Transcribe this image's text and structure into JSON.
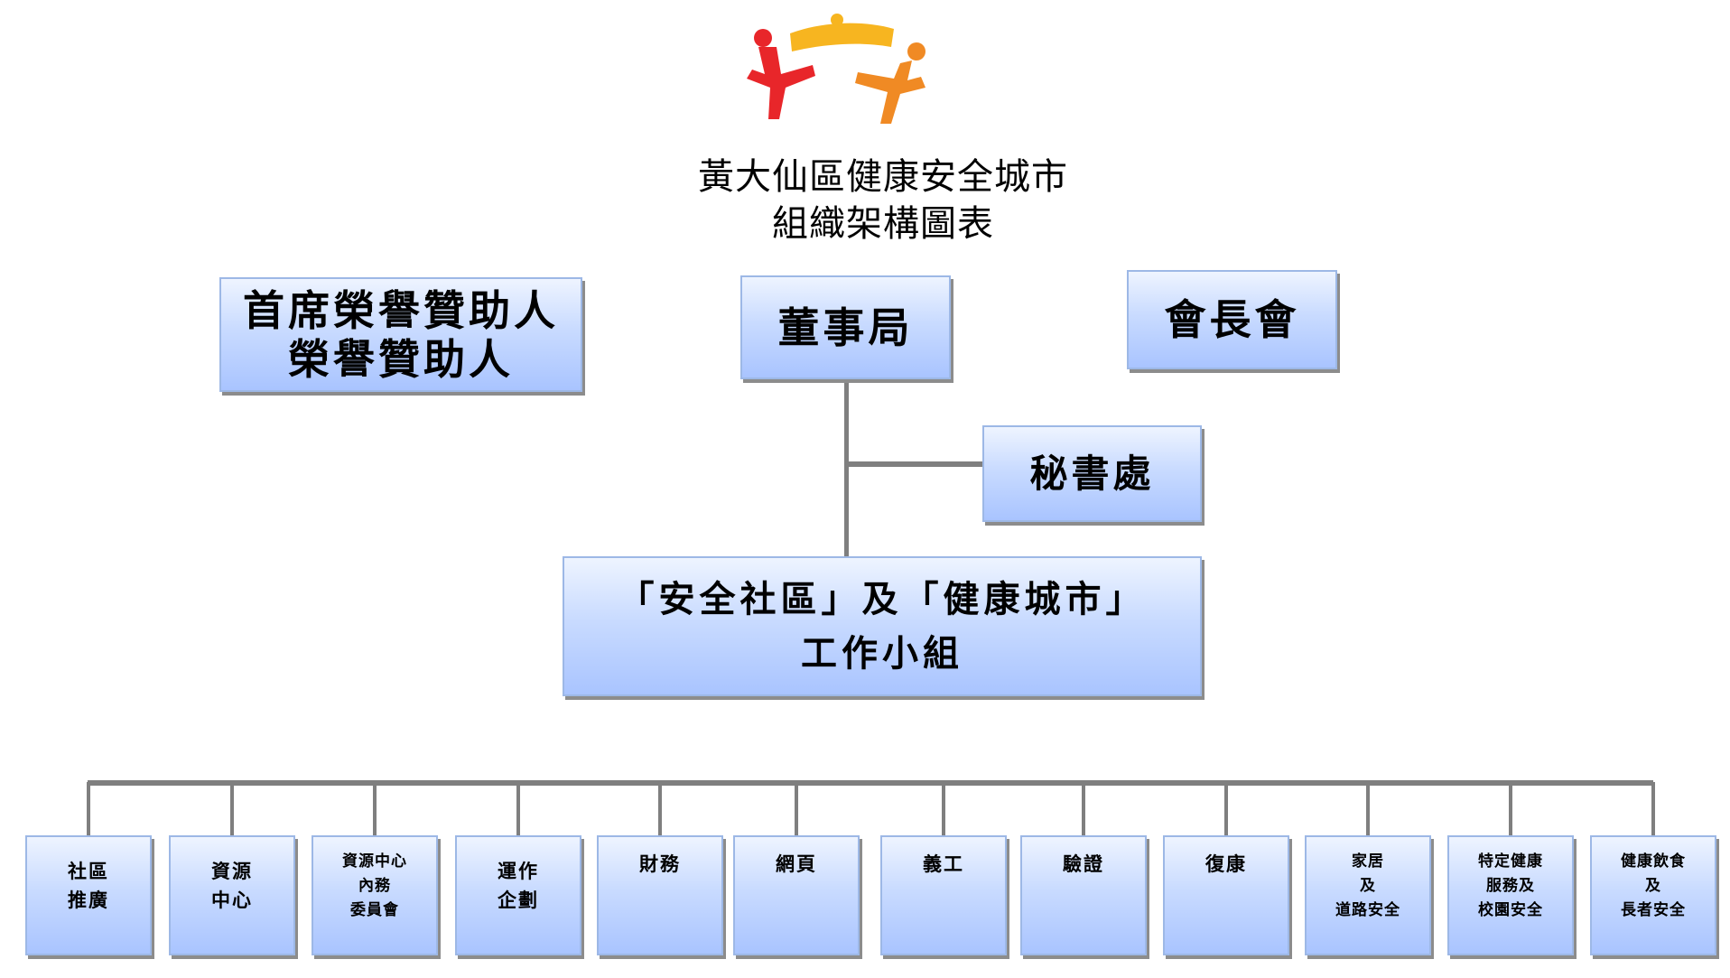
{
  "title": {
    "line1": "黃大仙區健康安全城市",
    "line2": "組織架構圖表"
  },
  "logo": {
    "icon": "two-figures-logo-icon",
    "colors": [
      "#e8262a",
      "#f7b520",
      "#f08a24"
    ]
  },
  "top_boxes": {
    "patrons": [
      "首席榮譽贊助人",
      "榮譽贊助人"
    ],
    "board": "董事局",
    "council": "會長會"
  },
  "secretariat": "秘書處",
  "working_group": [
    "「安全社區」及「健康城市」",
    "工作小組"
  ],
  "branches": [
    {
      "lines": [
        "社區",
        "推廣"
      ]
    },
    {
      "lines": [
        "資源",
        "中心"
      ]
    },
    {
      "lines": [
        "資源中心",
        "內務",
        "委員會"
      ]
    },
    {
      "lines": [
        "運作",
        "企劃"
      ]
    },
    {
      "lines": [
        "財務"
      ]
    },
    {
      "lines": [
        "網頁"
      ]
    },
    {
      "lines": [
        "義工"
      ]
    },
    {
      "lines": [
        "驗證"
      ]
    },
    {
      "lines": [
        "復康"
      ]
    },
    {
      "lines": [
        "家居",
        "及",
        "道路安全"
      ]
    },
    {
      "lines": [
        "特定健康",
        "服務及",
        "校園安全"
      ]
    },
    {
      "lines": [
        "健康飲食",
        "及",
        "長者安全"
      ]
    }
  ],
  "colors": {
    "box_top": "#eef4ff",
    "box_bottom": "#a9c4ff",
    "box_border": "#9db8e6",
    "connector": "#7f7f7f"
  }
}
